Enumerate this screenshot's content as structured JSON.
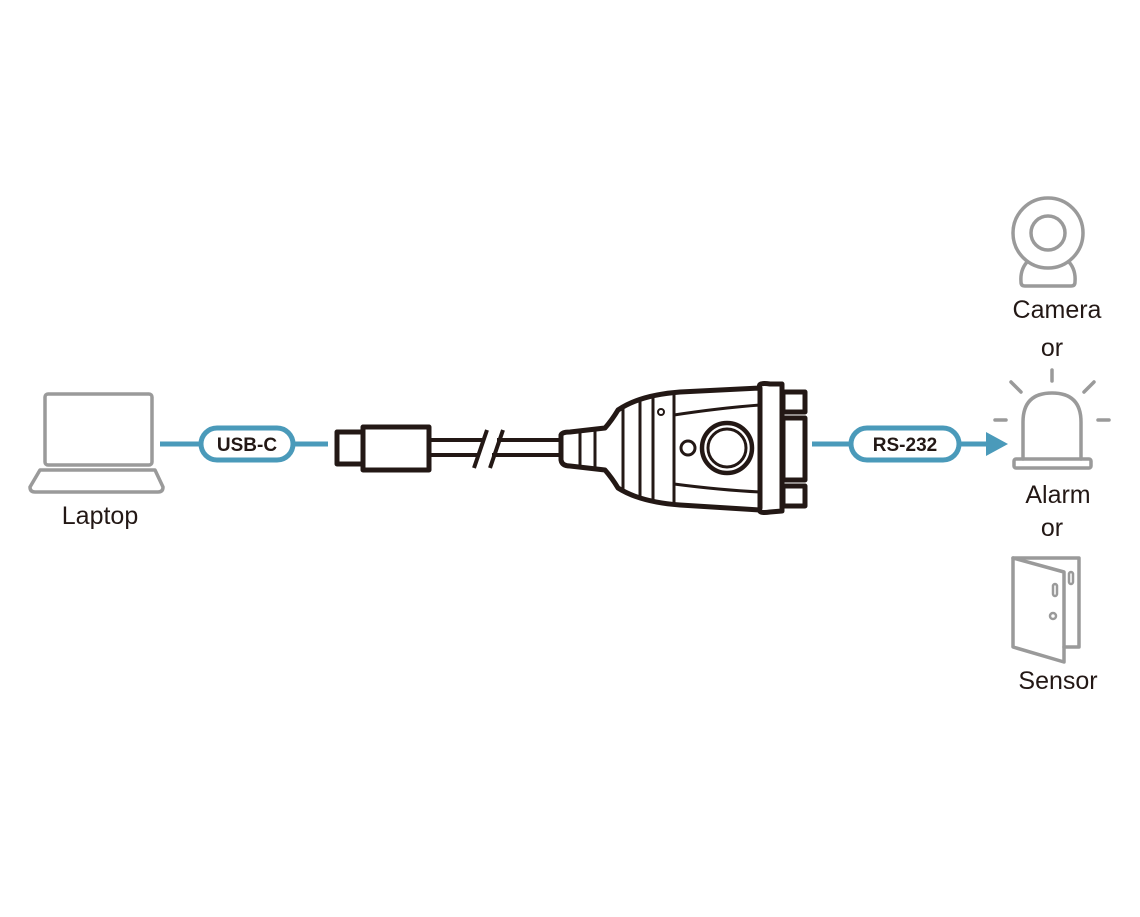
{
  "colors": {
    "accent": "#4a9aba",
    "device_gray": "#9a9a9a",
    "ink": "#231815"
  },
  "source": {
    "label": "Laptop",
    "icon": "laptop-icon"
  },
  "connections": {
    "usb_label": "USB-C",
    "serial_label": "RS-232"
  },
  "targets": [
    {
      "label": "Camera",
      "icon": "camera-icon"
    },
    {
      "label": "Alarm",
      "icon": "alarm-icon"
    },
    {
      "label": "Sensor",
      "icon": "door-sensor-icon"
    }
  ],
  "separator": "or"
}
